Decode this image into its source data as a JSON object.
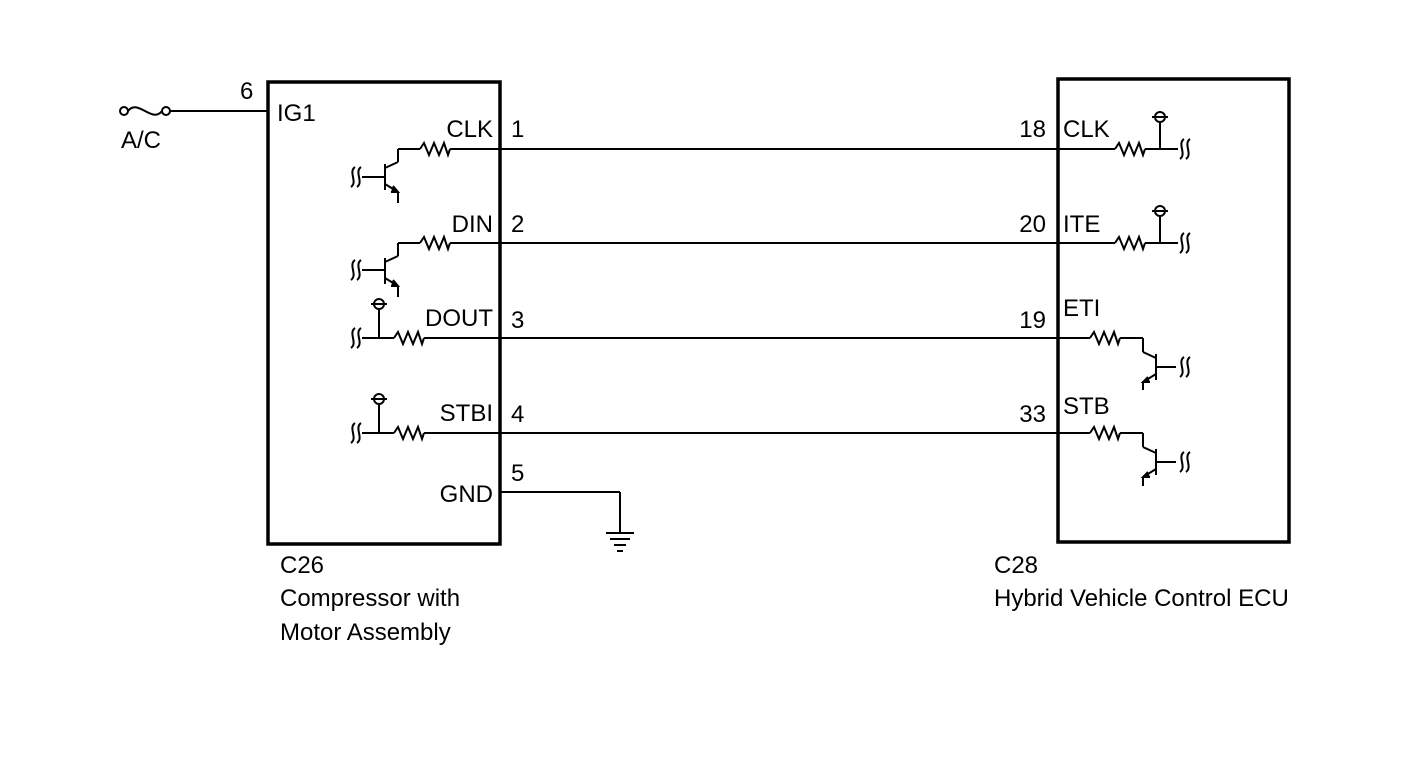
{
  "fuse": {
    "label": "A/C",
    "pin": "6"
  },
  "left_component": {
    "code": "C26",
    "name_line1": "Compressor with",
    "name_line2": "Motor Assembly",
    "power_label": "IG1",
    "signals": [
      {
        "label": "CLK",
        "pin": "1"
      },
      {
        "label": "DIN",
        "pin": "2"
      },
      {
        "label": "DOUT",
        "pin": "3"
      },
      {
        "label": "STBI",
        "pin": "4"
      },
      {
        "label": "GND",
        "pin": "5"
      }
    ]
  },
  "right_component": {
    "code": "C28",
    "name": "Hybrid Vehicle Control ECU",
    "signals": [
      {
        "label": "CLK",
        "pin": "18"
      },
      {
        "label": "ITE",
        "pin": "20"
      },
      {
        "label": "ETI",
        "pin": "19"
      },
      {
        "label": "STB",
        "pin": "33"
      }
    ]
  }
}
